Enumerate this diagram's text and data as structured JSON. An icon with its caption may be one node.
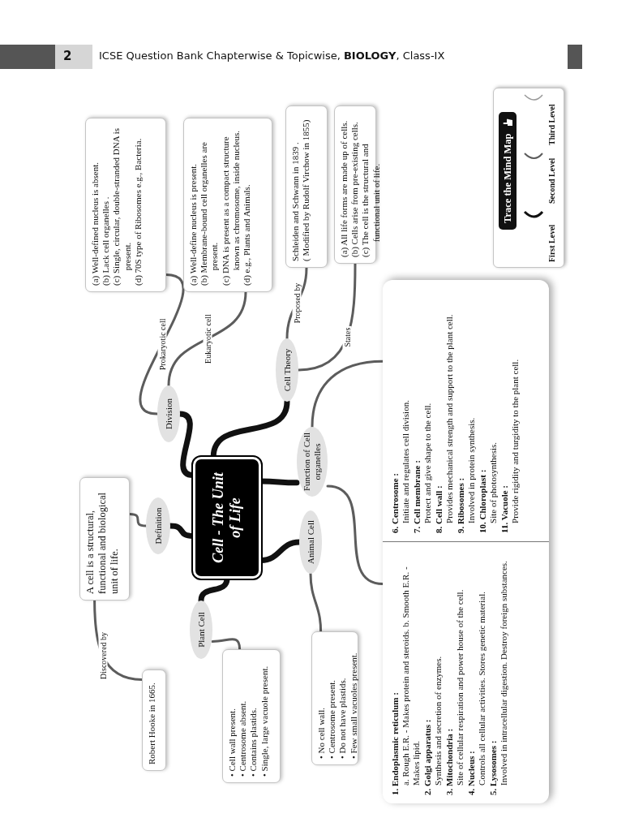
{
  "diagram": {
    "nodes": [
      {
        "text": [
          "(a) Well-defined nucleus is absent.",
          "(b) Lack cell organelles .",
          "(c) Single, circular, double-stranded DNA is present.",
          "(d) 70S type of Ribosomes e.g., Bacteria."
        ]
      },
      {
        "text": [
          "(a) Well-define nucleus is present.",
          "(b) Membrane-bound cell organelles are present.",
          "(c) DNA is present as a compact structure known as chromosome, inside nucleus.",
          "(d) e.g., Plants and Animals."
        ]
      },
      {
        "text": [
          "Schleiden and Schwann in 1839 .",
          "( Modified by Rudolf Virchow in 1855)"
        ]
      },
      {
        "text": [
          "(a) All life forms are made up of cells.",
          "(b) Cells arise from pre-existing cells.",
          "(c) The cell is the structural and functional unit of life."
        ]
      },
      {
        "text": [
          "Division"
        ]
      },
      {
        "text": [
          "Cell Theory"
        ]
      },
      {
        "text": [
          "A cell is a structural, functional and biological unit of life."
        ]
      },
      {
        "text": [
          "Definition"
        ]
      },
      {
        "text": [
          "Cell - The Unit of Life"
        ]
      },
      {
        "text": [
          "Function of Cell organelles"
        ]
      },
      {
        "text": [
          "Robert Hooke in 1665."
        ]
      },
      {
        "text": [
          "Plant Cell"
        ]
      },
      {
        "text": [
          "Animal Cell"
        ]
      },
      {
        "text": [
          "• Cell wall present.",
          "• Centrosome absent.",
          "• Contains plastids.",
          "• Single, large vacuole present."
        ]
      },
      {
        "text": [
          "• No cell wall.",
          "• Centrosome present.",
          "• Do not have plastids.",
          "• Few small vacuoles present."
        ]
      },
      {
        "text": [],
        "shape": "box"
      },
      {
        "text": [
          "**1. Endoplasmic reticulum :** a. Rough E.R. - Makes protein and steroids. b. Smooth E.R. - Makes lipid.",
          "**2. Golgi apparatus :** Synthesis and secretion of enzymes.",
          "**3. Mitochondria :** Site of cellular respiration and power house of the cell.",
          "**4. Nucleus :** Controls all cellular activities. Stores genetic material.",
          "**5. Lysosomes :** Involved in intracellular digestion. Destroy foreign substances."
        ],
        "in": 15
      },
      {
        "text": [
          "**6. Centrosome :** Initiate and regulates cell division.",
          "**7. Cell membrane :** Protect and give shape to the cell.",
          "**8. Cell wall :** Provides mechanical strength and support to the plant cell.",
          "**9. Ribosomes :** Involved in protein synthesis.",
          "**10. Chloroplast :** Site of photosynthesis.",
          "**11. Vacuole :** Provide rigidity and turgidity to the plant cell."
        ],
        "in": 15
      }
    ],
    "edges": [
      {
        "from": 8,
        "to": 4,
        "arrow": "none",
        "style": "thick",
        "color": "#111111"
      },
      {
        "from": 8,
        "to": 5,
        "arrow": "none",
        "style": "thick",
        "color": "#111111"
      },
      {
        "from": 8,
        "to": 7,
        "arrow": "none",
        "style": "thick",
        "color": "#111111"
      },
      {
        "from": 8,
        "to": 11,
        "arrow": "none",
        "style": "thick",
        "color": "#111111"
      },
      {
        "from": 8,
        "to": 12,
        "arrow": "none",
        "style": "thick",
        "color": "#111111"
      },
      {
        "from": 8,
        "to": 9,
        "arrow": "none",
        "style": "thick",
        "color": "#111111"
      },
      {
        "from": 4,
        "to": 0,
        "arrow": "none",
        "label": "Prokaryotic cell"
      },
      {
        "from": 4,
        "to": 1,
        "arrow": "none",
        "label": "Eukaryotic cell"
      },
      {
        "from": 5,
        "to": 2,
        "arrow": "none",
        "label": "Proposed by"
      },
      {
        "from": 5,
        "to": 3,
        "arrow": "none",
        "label": "States"
      },
      {
        "from": 7,
        "to": 6,
        "arrow": "none"
      },
      {
        "from": 6,
        "to": 10,
        "arrow": "none",
        "label": "Discovered by"
      },
      {
        "from": 11,
        "to": 13,
        "arrow": "none"
      },
      {
        "from": 12,
        "to": 14,
        "arrow": "none"
      },
      {
        "from": 9,
        "to": 17,
        "arrow": "none"
      },
      {
        "from": 9,
        "to": 16,
        "arrow": "none"
      }
    ],
    "labels": [
      "2",
      "ICSE Question Bank Chapterwise & Topicwise, **BIOLOGY**, Class-IX",
      "Trace the Mind Map"
    ],
    "legend": [
      {
        "text": "First Level"
      },
      {
        "text": "Second Level"
      },
      {
        "text": "Third Level"
      }
    ]
  }
}
